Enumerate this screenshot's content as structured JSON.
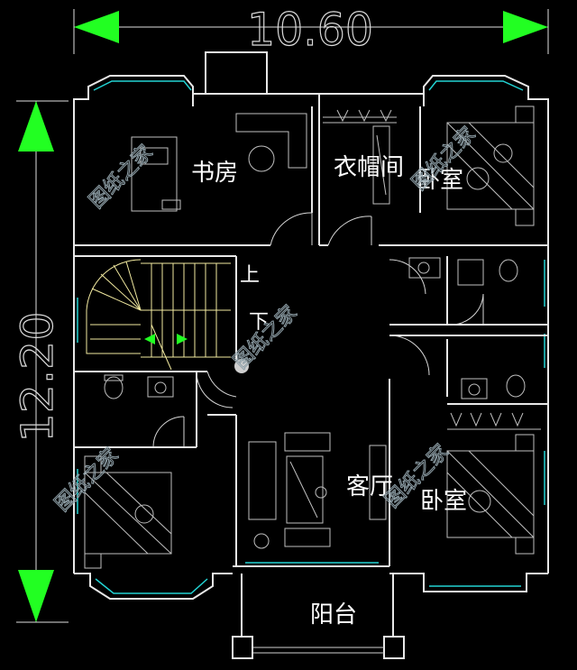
{
  "dimensions": {
    "width": "10.60",
    "height": "12.20"
  },
  "rooms": {
    "study": "书房",
    "closet": "衣帽间",
    "bedroom_ne": "卧室",
    "stair_up": "上",
    "stair_down": "下",
    "living_room": "客厅",
    "bedroom_se": "卧室",
    "balcony": "阳台"
  },
  "watermark": "图纸之家",
  "colors": {
    "background": "#000000",
    "dimension_arrow": "#22ff22",
    "window": "#22d3d3",
    "wall": "#e8e8e8",
    "stair": "#f2eaa0"
  }
}
